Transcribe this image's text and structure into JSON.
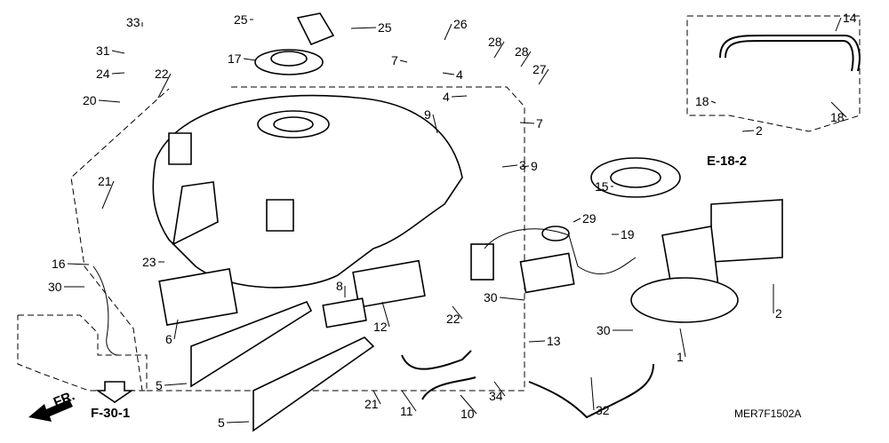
{
  "diagram": {
    "callouts": [
      "33",
      "31",
      "24",
      "22",
      "20",
      "25",
      "25",
      "17",
      "26",
      "28",
      "28",
      "7",
      "4",
      "27",
      "4",
      "7",
      "9",
      "9",
      "3",
      "14",
      "18",
      "18",
      "2",
      "15",
      "29",
      "19",
      "21",
      "23",
      "16",
      "30",
      "8",
      "6",
      "12",
      "22",
      "30",
      "2",
      "30",
      "1",
      "13",
      "5",
      "5",
      "21",
      "11",
      "10",
      "34",
      "32"
    ],
    "references": {
      "e_ref": "E-18-2",
      "f_ref": "F-30-1"
    },
    "front_arrow": "FR.",
    "diagram_code": "MER7F1502A"
  }
}
